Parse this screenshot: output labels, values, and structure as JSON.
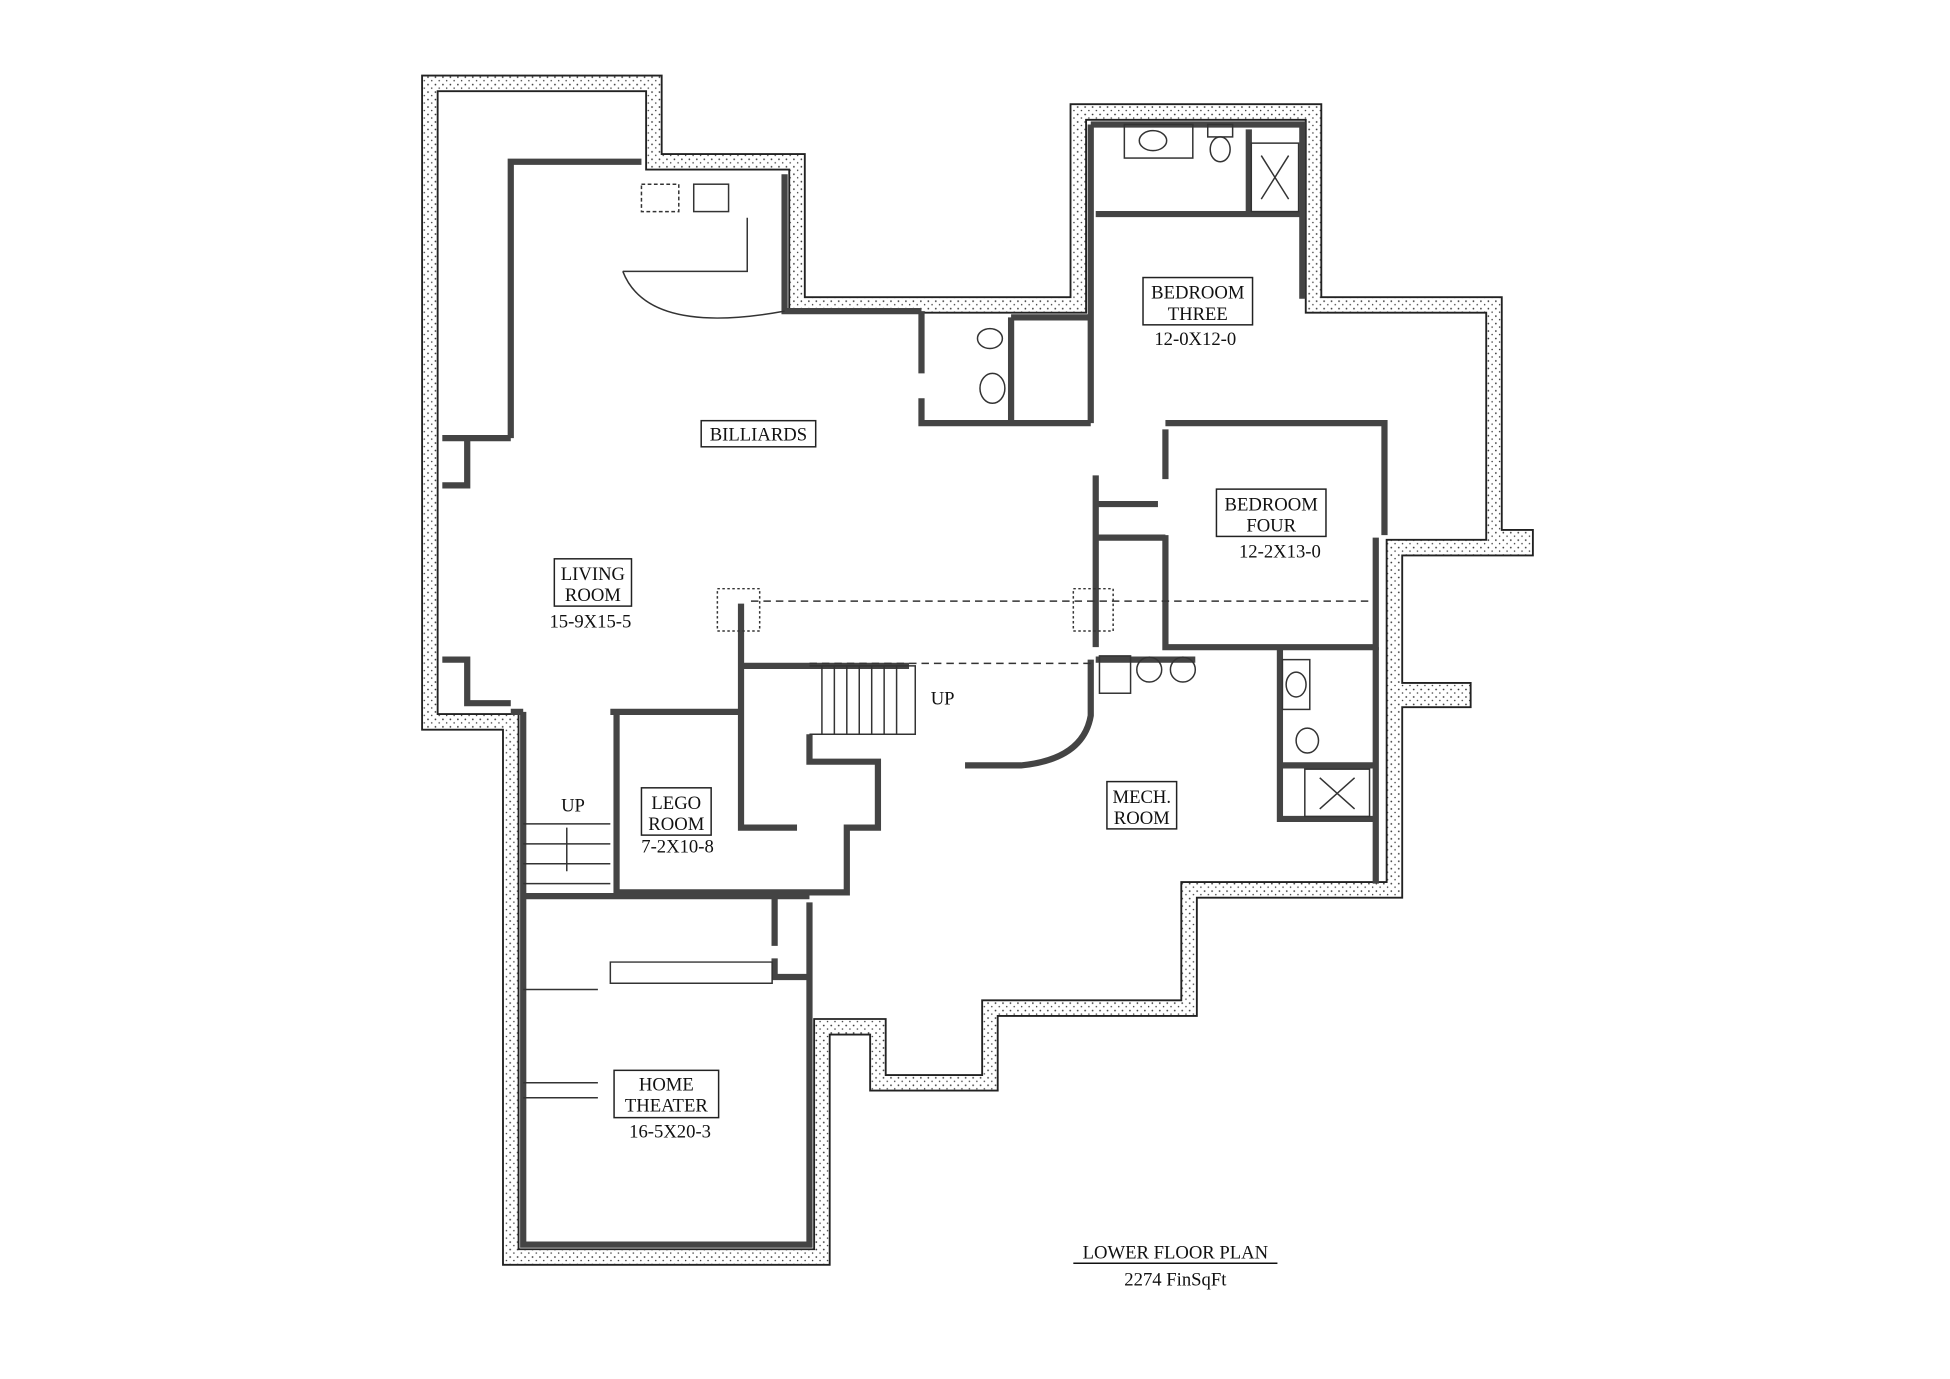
{
  "rooms": {
    "billiards": {
      "name": "BILLIARDS"
    },
    "living": {
      "name1": "LIVING",
      "name2": "ROOM",
      "size": "15-9X15-5"
    },
    "bedroom3": {
      "name1": "BEDROOM",
      "name2": "THREE",
      "size": "12-0X12-0"
    },
    "bedroom4": {
      "name1": "BEDROOM",
      "name2": "FOUR",
      "size": "12-2X13-0"
    },
    "lego": {
      "name1": "LEGO",
      "name2": "ROOM",
      "size": "7-2X10-8"
    },
    "mech": {
      "name1": "MECH.",
      "name2": "ROOM"
    },
    "theater": {
      "name1": "HOME",
      "name2": "THEATER",
      "size": "16-5X20-3"
    }
  },
  "stairs": {
    "main_up": "UP",
    "side_up": "UP"
  },
  "title": {
    "heading": "LOWER FLOOR PLAN",
    "area": "2274 FinSqFt"
  }
}
